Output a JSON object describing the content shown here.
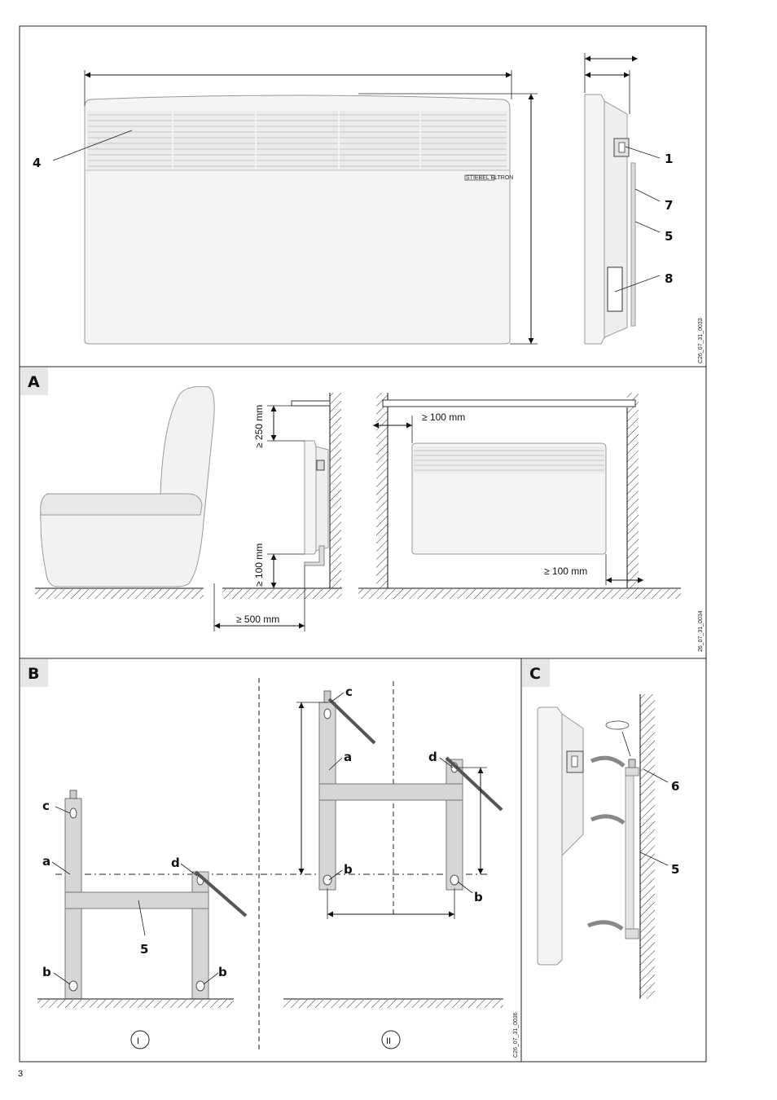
{
  "page_number": "3",
  "figures": {
    "main": {
      "drawing_code": "C26_07_31_0033",
      "callouts": [
        "4",
        "1",
        "7",
        "5",
        "8"
      ],
      "brand_plate": "STIEBEL ELTRON"
    },
    "A": {
      "section_label": "A",
      "drawing_code": "26_07_31_0034",
      "dims": {
        "top_clearance": "≥ 250 mm",
        "bottom_clearance": "≥ 100 mm",
        "front_clearance": "≥ 500 mm",
        "side_clearance_top": "≥ 100 mm",
        "side_clearance_bottom": "≥ 100 mm"
      }
    },
    "B": {
      "section_label": "B",
      "drawing_code": "C26_07_31_0036",
      "variant_I": "I",
      "variant_II": "II",
      "callouts_I": [
        "c",
        "a",
        "d",
        "5",
        "b",
        "b"
      ],
      "callouts_II": [
        "c",
        "a",
        "d",
        "b",
        "b"
      ]
    },
    "C": {
      "section_label": "C",
      "callouts": [
        "6",
        "5"
      ]
    }
  },
  "colors": {
    "frame": "#222222",
    "label_bg": "#e6e6e6",
    "device": "#f4f4f4",
    "bracket": "#d6d6d6"
  }
}
